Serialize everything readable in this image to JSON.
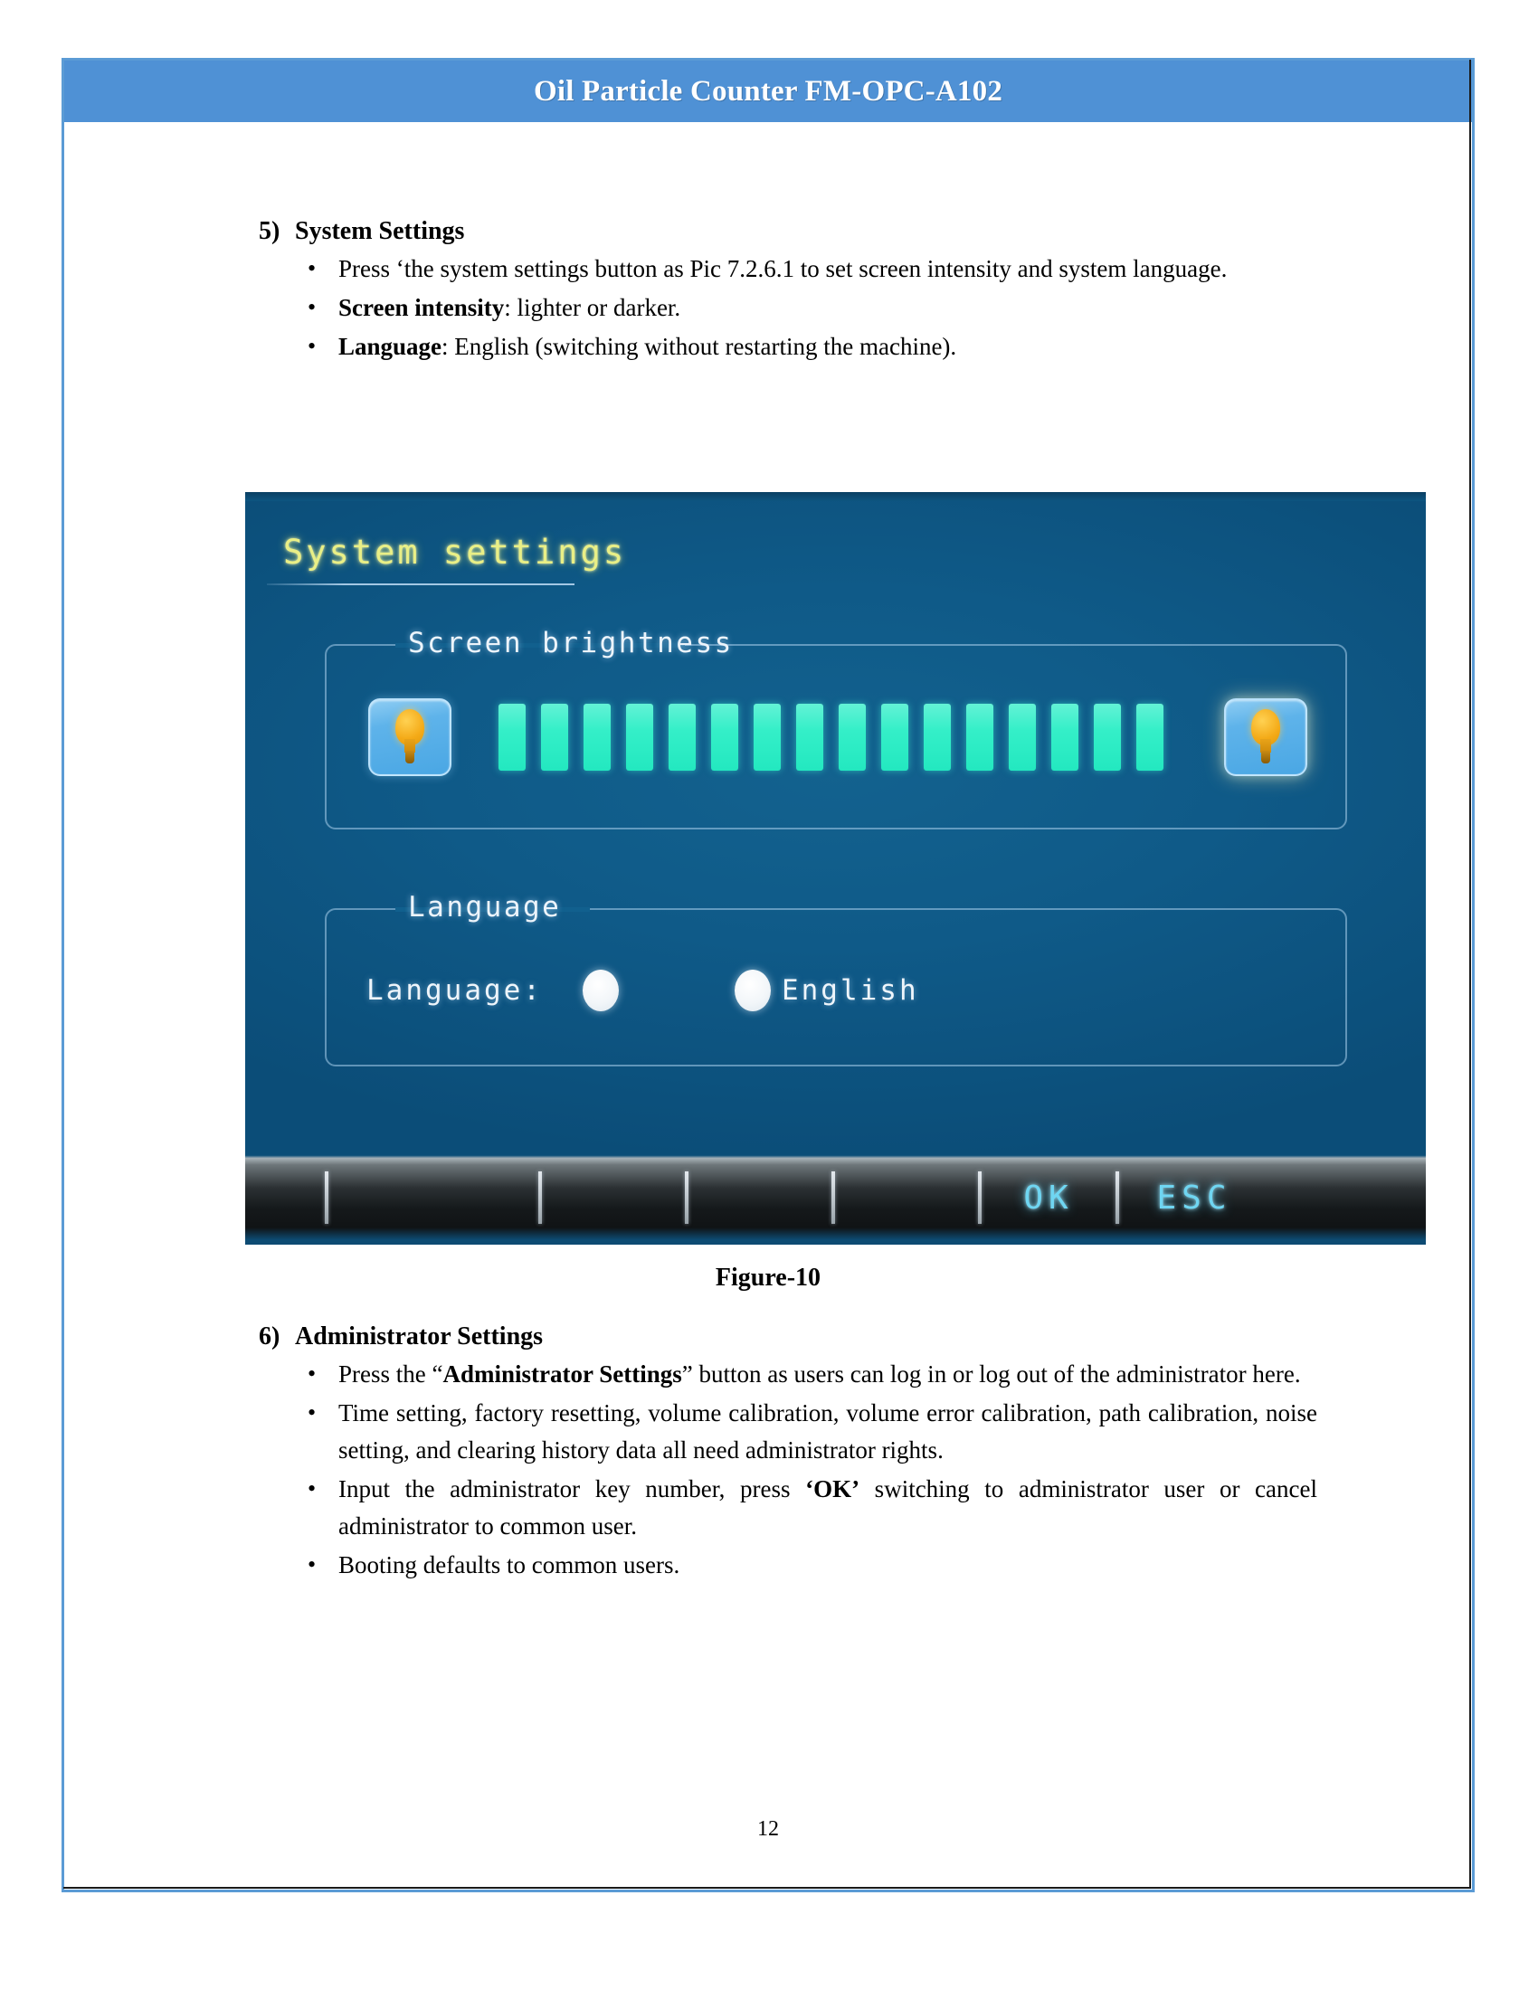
{
  "header": {
    "title": "Oil Particle Counter FM-OPC-A102"
  },
  "sections": [
    {
      "number": "5)",
      "heading": "System Settings",
      "bullets": [
        "Press ‘the system settings button as Pic 7.2.6.1 to set screen intensity and system language.",
        "Screen intensity: lighter or darker.",
        "Language: English (switching without restarting the machine)."
      ]
    },
    {
      "number": "6)",
      "heading": "Administrator Settings",
      "bullets": [
        "Press the “Administrator Settings” button as users can log in or log out of the administrator here.",
        "Time setting, factory resetting, volume calibration, volume error calibration, path calibration, noise setting, and clearing history data all need administrator rights.",
        "Input the administrator key number, press ‘OK’ switching to administrator user or cancel administrator to common user.",
        "Booting defaults to common users."
      ]
    }
  ],
  "figure": {
    "caption": "Figure-10",
    "device_screen": {
      "title": "System settings",
      "brightness_group": {
        "legend": "Screen brightness",
        "dim_button_icon": "light-bulb-icon",
        "bright_button_icon": "light-bulb-icon",
        "segments_total": 16,
        "segments_filled": 16,
        "bar_color": "#34efc8"
      },
      "language_group": {
        "legend": "Language",
        "row_label": "Language:",
        "options": [
          {
            "label": "",
            "selected": false
          },
          {
            "label": "English",
            "selected": true
          }
        ]
      },
      "softkeys": [
        "",
        "",
        "",
        "",
        "OK",
        "ESC"
      ],
      "colors": {
        "screen_bg": "#0f5a88",
        "title_text": "#e9ef86",
        "label_text": "#ecf4fb",
        "softkey_text": "#6fd6f2",
        "bulb": "#f4aa17"
      }
    }
  },
  "footer": {
    "page_number": "12"
  }
}
